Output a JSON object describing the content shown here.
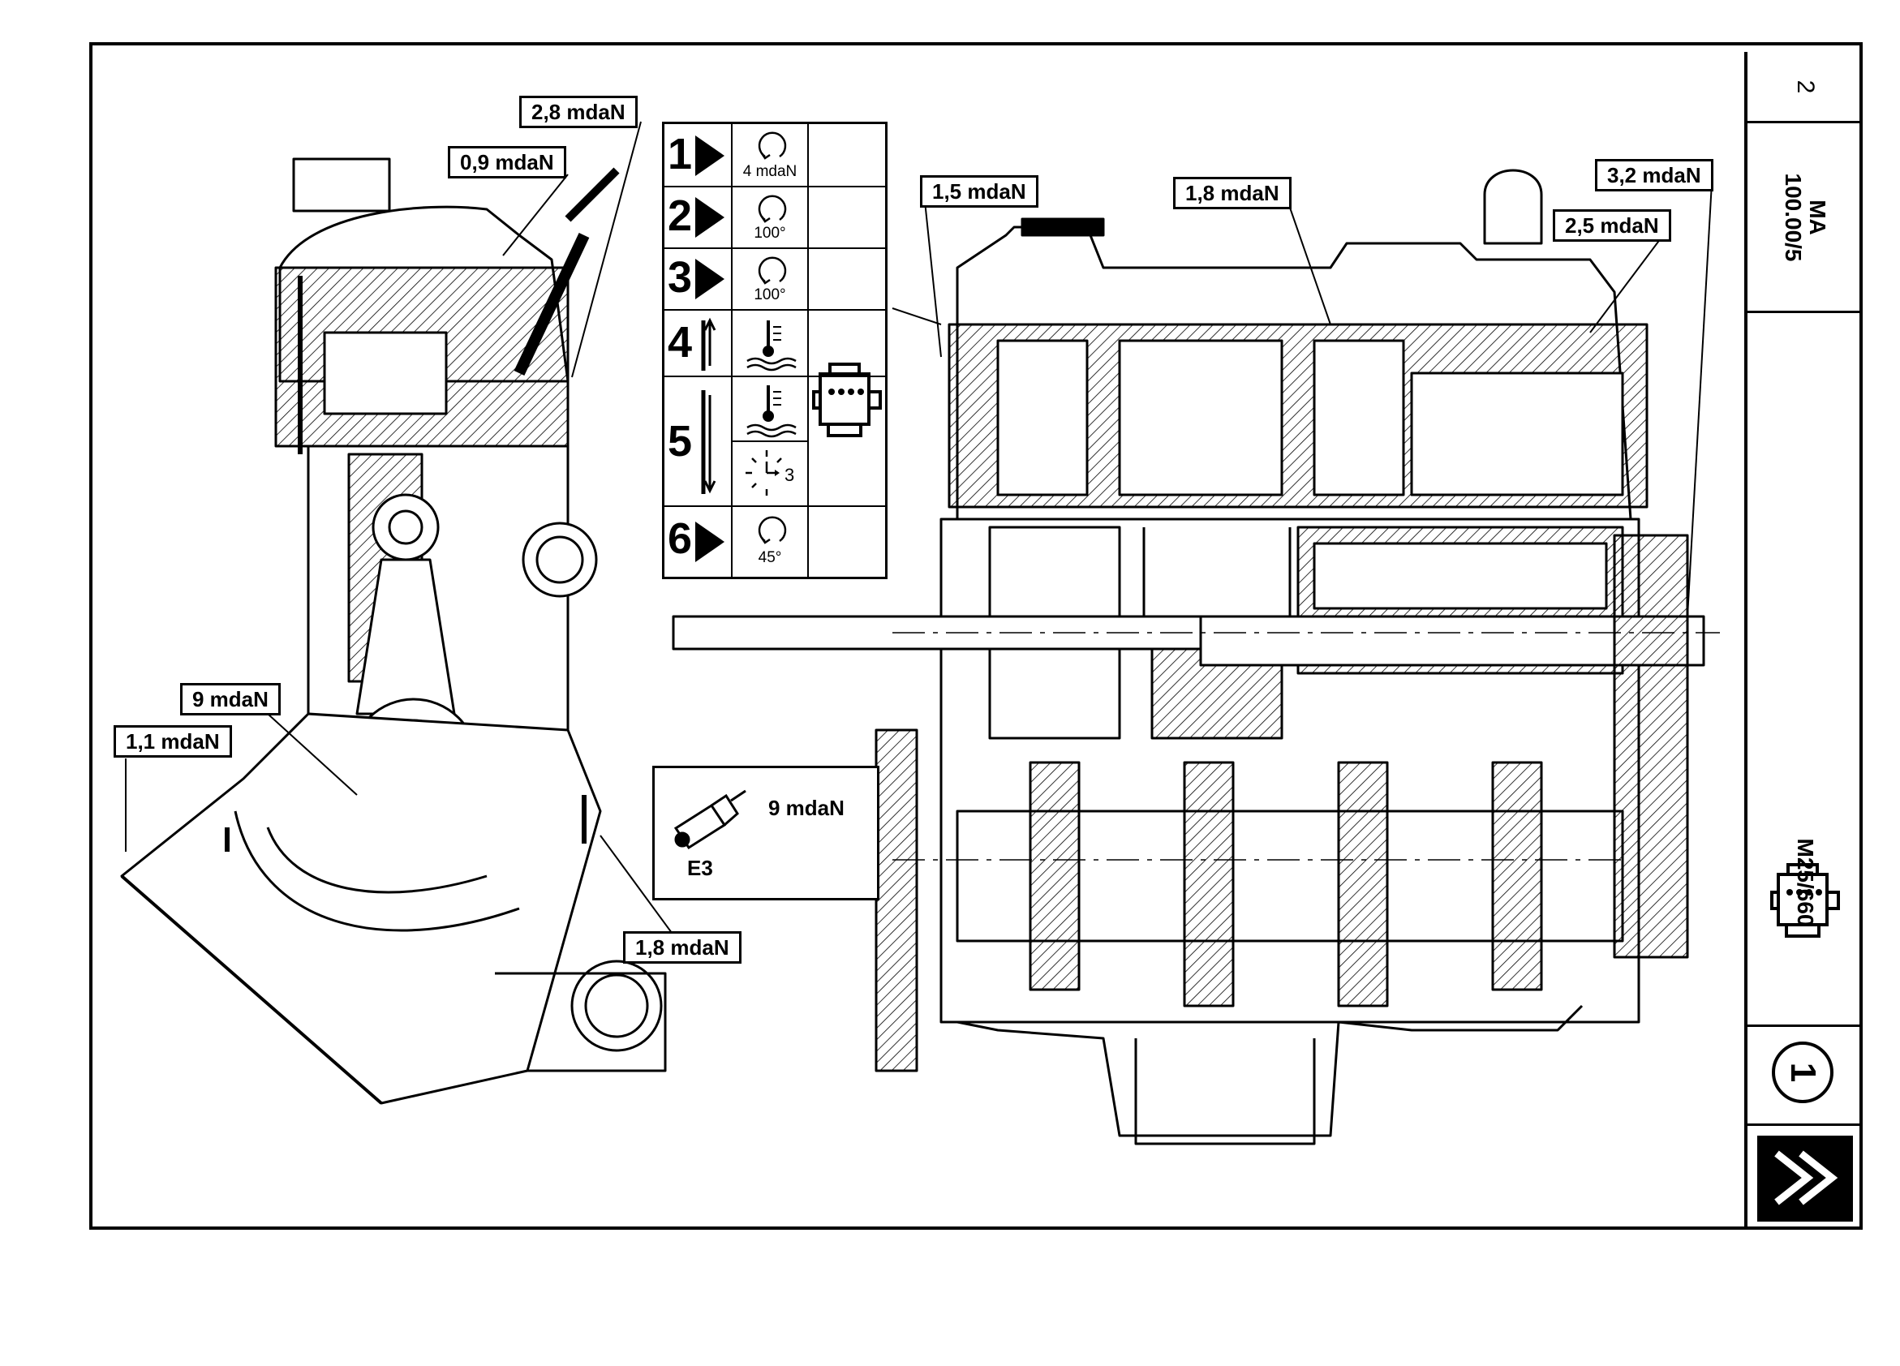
{
  "sheet": {
    "page_number": "2",
    "reference": "MA\n100.00/5",
    "model": "M25/660",
    "circled_number": "1",
    "logo": "double-chevron-logo"
  },
  "torque_labels": {
    "t_2_8": "2,8 mdaN",
    "t_0_9": "0,9 mdaN",
    "t_9_left": "9 mdaN",
    "t_1_1": "1,1 mdaN",
    "t_1_8_bottom": "1,8 mdaN",
    "t_1_5": "1,5 mdaN",
    "t_1_8_top": "1,8 mdaN",
    "t_3_2": "3,2 mdaN",
    "t_2_5": "2,5 mdaN"
  },
  "tightening_sequence": [
    {
      "number": "1",
      "icon": "rotation-icon",
      "label": "4 mdaN"
    },
    {
      "number": "2",
      "icon": "rotation-icon",
      "label": "100°"
    },
    {
      "number": "3",
      "icon": "rotation-icon",
      "label": "100°"
    },
    {
      "number": "4",
      "icon": "warm-engine-icon",
      "label": ""
    },
    {
      "number": "5",
      "icon": "cool-timer-icon",
      "label": "3"
    },
    {
      "number": "6",
      "icon": "rotation-icon",
      "label": "45°"
    }
  ],
  "sealant": {
    "product": "E3",
    "torque": "9 mdaN",
    "icon": "sealant-tube-icon"
  }
}
